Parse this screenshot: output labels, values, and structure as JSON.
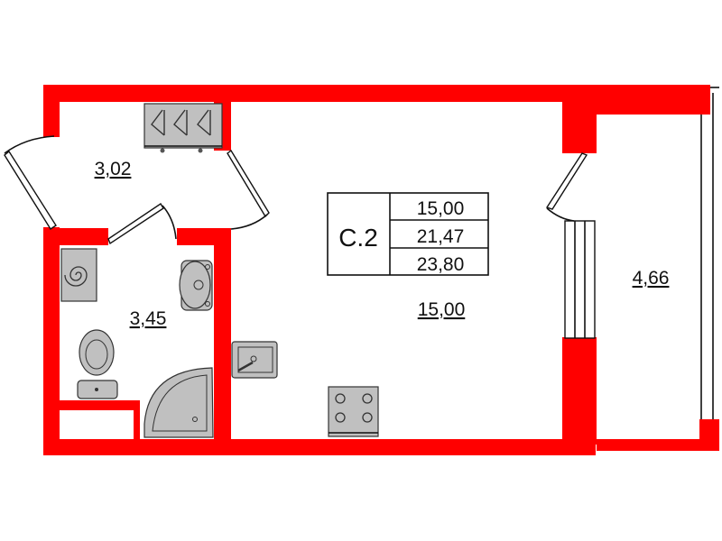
{
  "plan": {
    "unit_code": "С.2",
    "summary_areas": [
      "15,00",
      "21,47",
      "23,80"
    ],
    "rooms": {
      "hallway": "3,02",
      "bathroom": "3,45",
      "living_room": "15,00",
      "balcony": "4,66"
    },
    "colors": {
      "wall": "#ff0000",
      "fixture": "#c0c0c0"
    }
  }
}
